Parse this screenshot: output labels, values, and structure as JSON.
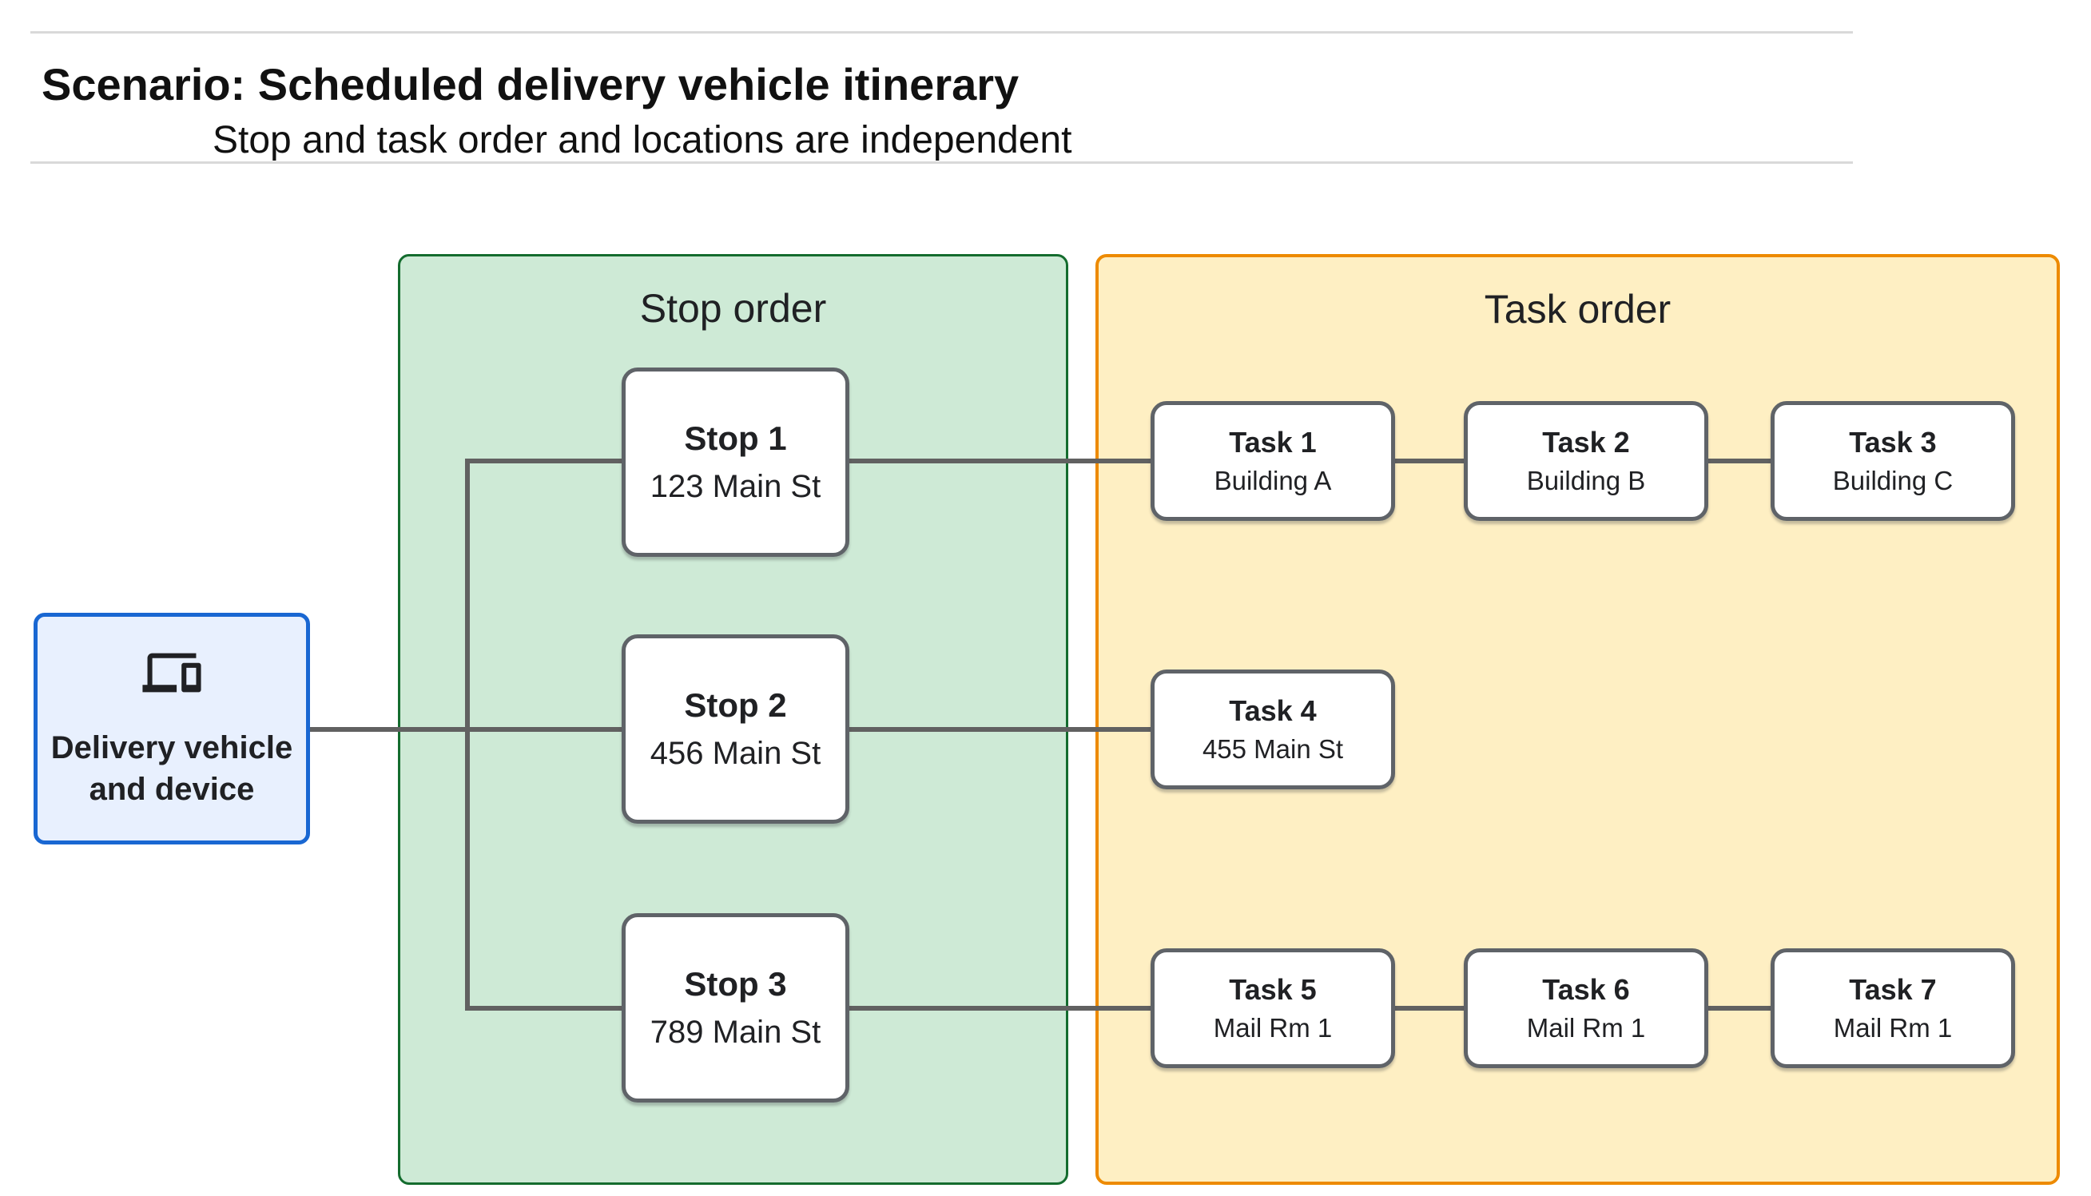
{
  "header": {
    "title": "Scenario: Scheduled delivery vehicle itinerary",
    "subtitle": "Stop and task order and locations are independent"
  },
  "vehicle_node": {
    "icon": "devices-icon",
    "label_line1": "Delivery vehicle",
    "label_line2": "and device"
  },
  "panels": {
    "stop_order": {
      "title": "Stop order",
      "fill": "#ceead6",
      "border": "#146c2e"
    },
    "task_order": {
      "title": "Task order",
      "fill": "#feefc3",
      "border": "#ed8a00"
    }
  },
  "stops": [
    {
      "title": "Stop 1",
      "subtitle": "123 Main St"
    },
    {
      "title": "Stop 2",
      "subtitle": "456 Main St"
    },
    {
      "title": "Stop 3",
      "subtitle": "789 Main St"
    }
  ],
  "tasks": [
    {
      "title": "Task 1",
      "subtitle": "Building A"
    },
    {
      "title": "Task 2",
      "subtitle": "Building B"
    },
    {
      "title": "Task 3",
      "subtitle": "Building C"
    },
    {
      "title": "Task 4",
      "subtitle": "455 Main St"
    },
    {
      "title": "Task 5",
      "subtitle": "Mail Rm 1"
    },
    {
      "title": "Task 6",
      "subtitle": "Mail Rm 1"
    },
    {
      "title": "Task 7",
      "subtitle": "Mail Rm 1"
    }
  ],
  "colors": {
    "vehicle_fill": "#e8f0fe",
    "vehicle_border": "#1967d2",
    "node_border": "#5f6368",
    "connector": "#616161",
    "text": "#202124",
    "divider": "#d9d9d9"
  }
}
